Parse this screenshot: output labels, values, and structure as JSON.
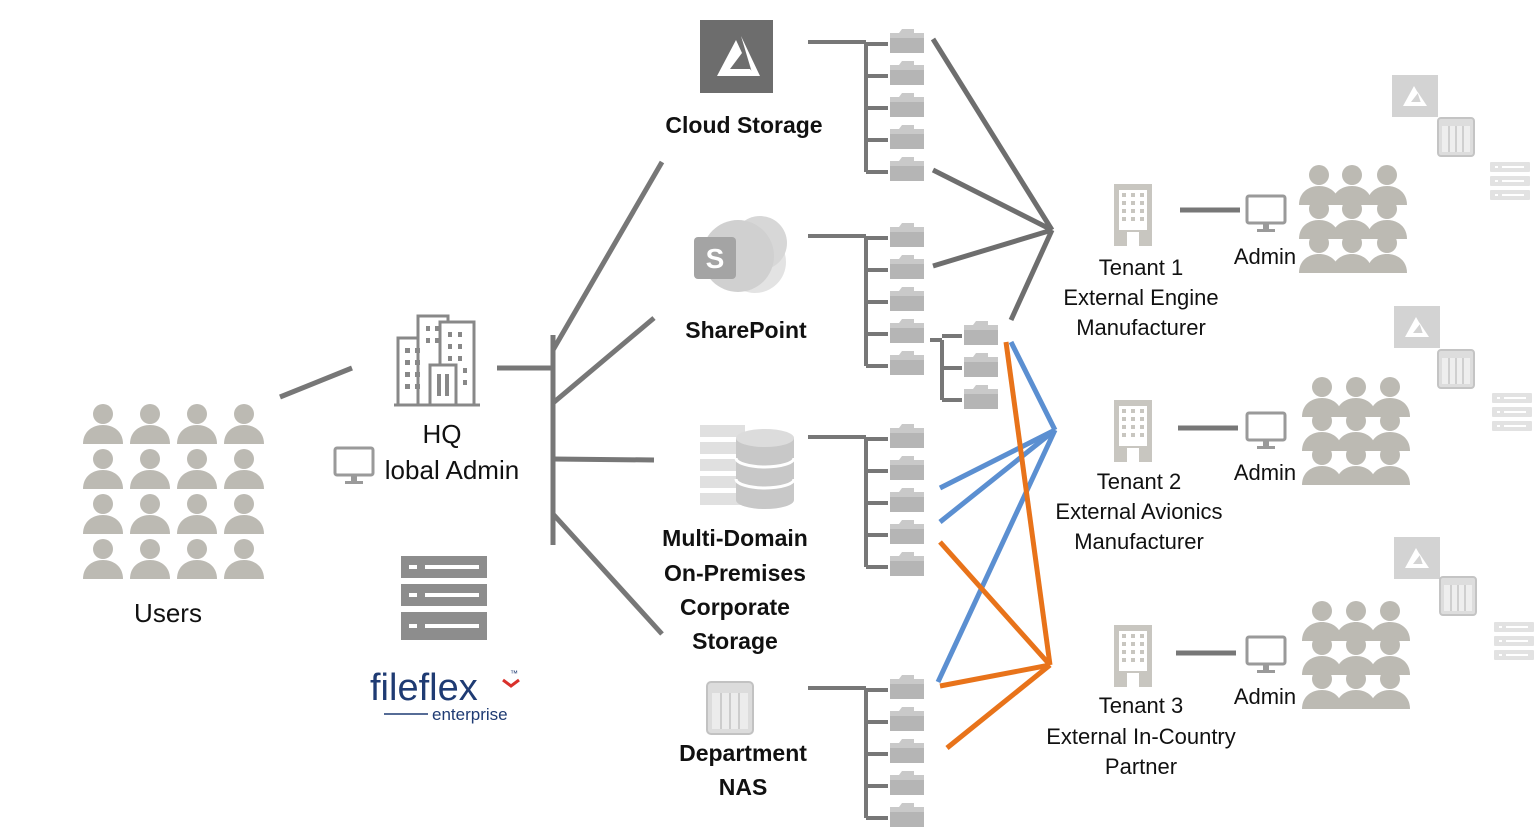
{
  "users": {
    "label": "Users"
  },
  "hq": {
    "line1": "HQ",
    "line2": "lobal Admin"
  },
  "brand": {
    "name": "fileflex",
    "tm": "™",
    "sub": "enterprise"
  },
  "storage": [
    {
      "key": "cloud",
      "lines": [
        "Cloud Storage"
      ]
    },
    {
      "key": "sharepoint",
      "lines": [
        "SharePoint"
      ]
    },
    {
      "key": "multidomain",
      "lines": [
        "Multi-Domain",
        "On-Premises",
        "Corporate",
        "Storage"
      ]
    },
    {
      "key": "nas",
      "lines": [
        "Department",
        "NAS"
      ]
    }
  ],
  "tenants": [
    {
      "lines": [
        "Tenant 1",
        "External Engine",
        "Manufacturer"
      ],
      "admin": "Admin"
    },
    {
      "lines": [
        "Tenant 2",
        "External Avionics",
        "Manufacturer"
      ],
      "admin": "Admin"
    },
    {
      "lines": [
        "Tenant 3",
        "External In-Country",
        "Partner"
      ],
      "admin": "Admin"
    }
  ],
  "icons": {
    "sharepoint_letter": "S"
  },
  "colors": {
    "gray": "#777777",
    "icon": "#bcbab3",
    "folder": "#c3c3c3",
    "blue": "#5b8fd1",
    "orange": "#e8731a",
    "brand_blue": "#1f3b73",
    "brand_red": "#d9312b"
  }
}
